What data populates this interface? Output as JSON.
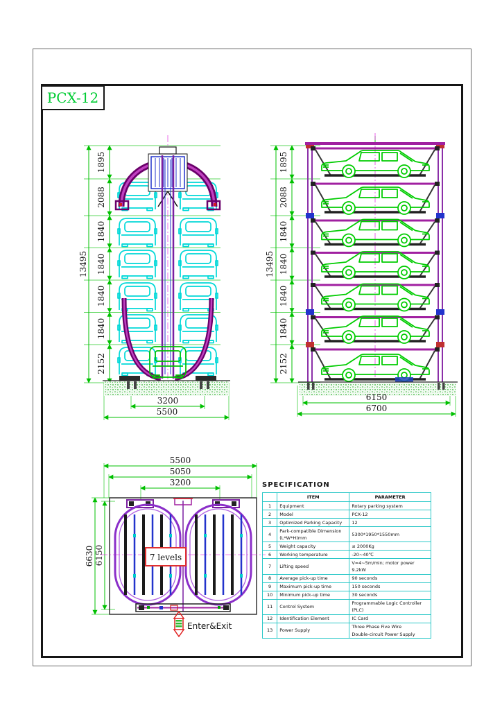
{
  "page": {
    "title": "PCX-12"
  },
  "front_view": {
    "overall_height": "13495",
    "segments": [
      "1895",
      "2088",
      "1840",
      "1840",
      "1840",
      "1840",
      "2152"
    ],
    "width_inner": "3200",
    "width_outer": "5500"
  },
  "side_view": {
    "overall_height": "13495",
    "segments": [
      "1895",
      "2088",
      "1840",
      "1840",
      "1840",
      "1840",
      "2152"
    ],
    "width_inner": "6150",
    "width_outer": "6700"
  },
  "plan_view": {
    "width_outer": "5500",
    "width_mid": "5050",
    "width_inner": "3200",
    "depth_outer": "6630",
    "depth_inner": "6150",
    "levels_label": "7 levels",
    "entry_label": "Enter&Exit"
  },
  "specification": {
    "title": "SPECIFICATION",
    "columns": {
      "item": "ITEM",
      "parameter": "PARAMETER"
    },
    "rows": [
      {
        "no": "1",
        "item": "Equipment",
        "parameter": "Rotary parking system"
      },
      {
        "no": "2",
        "item": "Model",
        "parameter": "PCX-12"
      },
      {
        "no": "3",
        "item": "Optimized Parking Capacity",
        "parameter": "12"
      },
      {
        "no": "4",
        "item": "Park-compatible Dimension\n(L*W*H)mm",
        "parameter": "5300*1950*1550mm"
      },
      {
        "no": "5",
        "item": "Weight capacity",
        "parameter": "≤ 2000Kg"
      },
      {
        "no": "6",
        "item": "Working temperature",
        "parameter": "-20~40℃"
      },
      {
        "no": "7",
        "item": "Lifting speed",
        "parameter": "V≈4~5m/min; motor power 9.2kW"
      },
      {
        "no": "8",
        "item": "Average pick-up time",
        "parameter": "90 seconds"
      },
      {
        "no": "9",
        "item": "Maximum pick-up time",
        "parameter": "150 seconds"
      },
      {
        "no": "10",
        "item": "Minimum pick-up time",
        "parameter": "30 seconds"
      },
      {
        "no": "11",
        "item": "Control System",
        "parameter": "Programmable Logic Controller (PLC)"
      },
      {
        "no": "12",
        "item": "Identification Element",
        "parameter": "IC Card"
      },
      {
        "no": "13",
        "item": "Power Supply",
        "parameter": "Three Phase Five Wire\nDouble-circuit Power Supply"
      }
    ]
  },
  "colors": {
    "dimension_green": "#00C000",
    "title_green": "#00CC33",
    "car_front_cyan": "#00D8D8",
    "car_side_green": "#00CC00",
    "frame_magenta": "#8B008B",
    "accent_blue": "#2233CC",
    "accent_red": "#E02020",
    "table_border_cyan": "#2BC8C8"
  }
}
